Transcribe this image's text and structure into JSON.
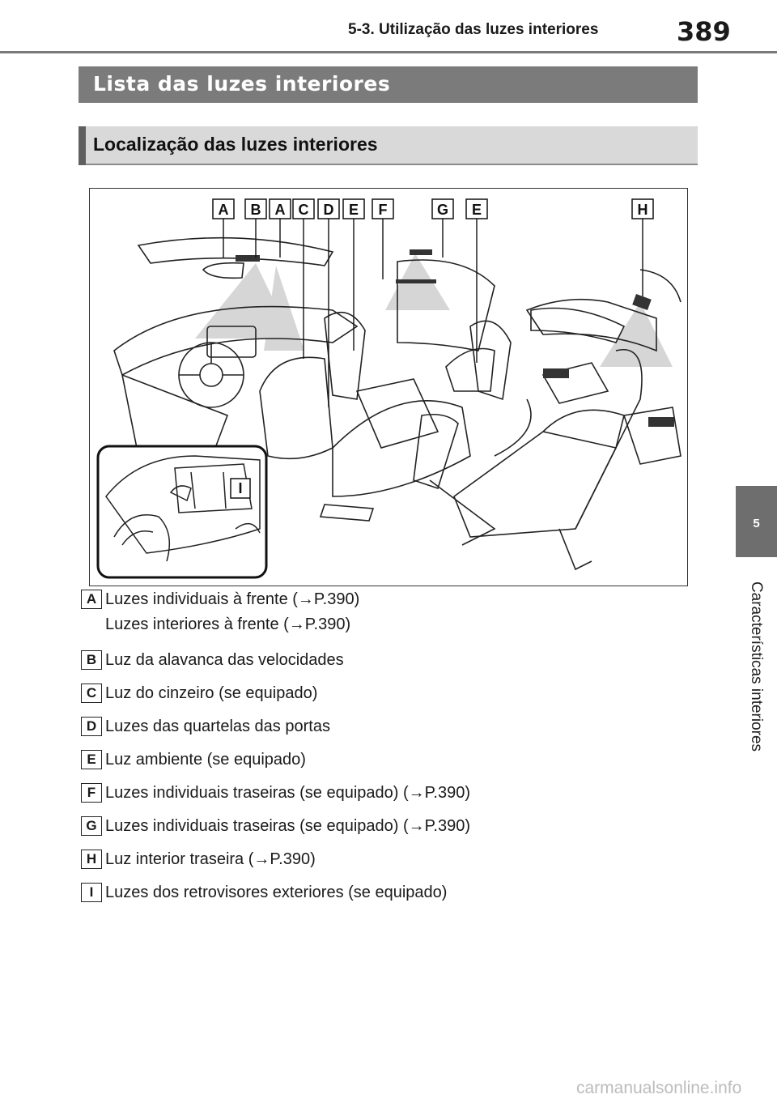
{
  "header": {
    "title": "5-3. Utilização das luzes interiores",
    "page_number": "389"
  },
  "section_title": "Lista das luzes interiores",
  "subsection_title": "Localização das luzes interiores",
  "figure": {
    "callout_labels": [
      "A",
      "B",
      "A",
      "C",
      "D",
      "E",
      "F",
      "G",
      "E",
      "H"
    ],
    "inset_label": "I"
  },
  "legend": [
    {
      "letter": "A",
      "lines": [
        "Luzes individuais à frente (→P.390)",
        "Luzes interiores à frente (→P.390)"
      ]
    },
    {
      "letter": "B",
      "lines": [
        "Luz da alavanca das velocidades"
      ]
    },
    {
      "letter": "C",
      "lines": [
        "Luz do cinzeiro (se equipado)"
      ]
    },
    {
      "letter": "D",
      "lines": [
        "Luzes das quartelas das portas"
      ]
    },
    {
      "letter": "E",
      "lines": [
        "Luz ambiente (se equipado)"
      ]
    },
    {
      "letter": "F",
      "lines": [
        "Luzes individuais traseiras (se equipado) (→P.390)"
      ]
    },
    {
      "letter": "G",
      "lines": [
        "Luzes individuais traseiras (se equipado) (→P.390)"
      ]
    },
    {
      "letter": "H",
      "lines": [
        "Luz interior traseira (→P.390)"
      ]
    },
    {
      "letter": "I",
      "lines": [
        "Luzes dos retrovisores exteriores (se equipado)"
      ]
    }
  ],
  "side_tab": {
    "chapter_number": "5",
    "chapter_label": "Características interiores"
  },
  "watermark": "carmanualsonline.info"
}
